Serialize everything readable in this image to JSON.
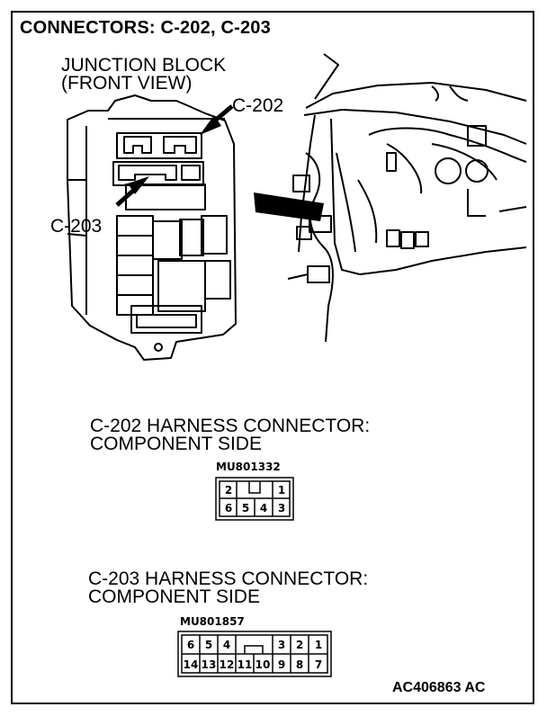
{
  "title": "CONNECTORS: C-202, C-203",
  "junction_block": {
    "line1": "JUNCTION BLOCK",
    "line2": "(FRONT VIEW)",
    "label_c202": "C-202",
    "label_c203": "C-203"
  },
  "c202": {
    "line1": "C-202 HARNESS CONNECTOR:",
    "line2": "COMPONENT SIDE",
    "part": "MU801332",
    "pins": [
      {
        "n": "2"
      },
      {
        "n": ""
      },
      {
        "n": "1"
      },
      {
        "n": "6"
      },
      {
        "n": "5"
      },
      {
        "n": "4"
      },
      {
        "n": "3"
      }
    ]
  },
  "c203": {
    "line1": "C-203 HARNESS CONNECTOR:",
    "line2": "COMPONENT SIDE",
    "part": "MU801857",
    "top_row": [
      "6",
      "5",
      "4",
      "",
      "",
      "3",
      "2",
      "1"
    ],
    "bottom_row": [
      "14",
      "13",
      "12",
      "11",
      "10",
      "9",
      "8",
      "7"
    ]
  },
  "figure_code": "AC406863 AC"
}
